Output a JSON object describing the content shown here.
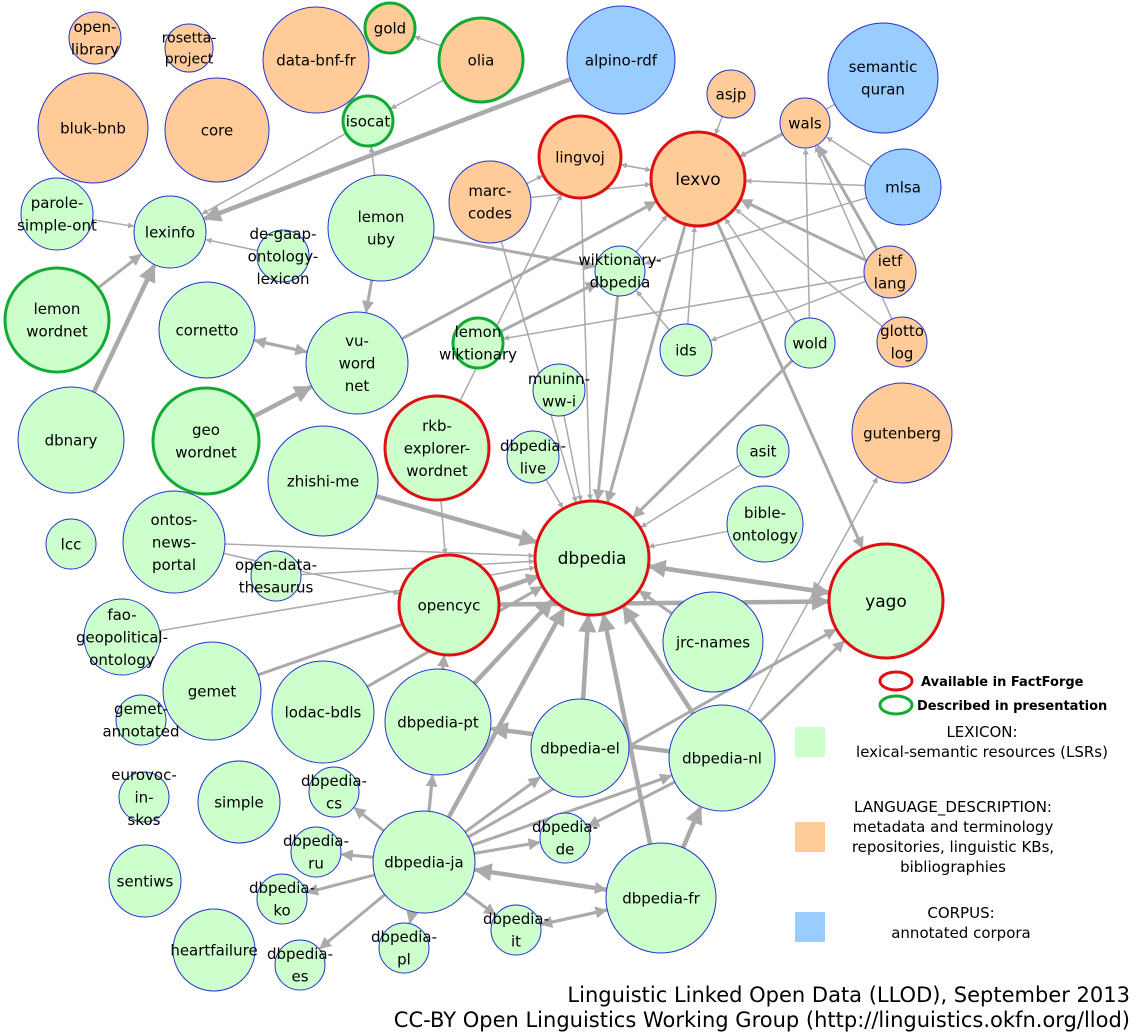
{
  "colors": {
    "lexicon_fill": "#ccffcc",
    "language_description_fill": "#ffcc99",
    "corpus_fill": "#99ccff",
    "default_border": "#2233cc",
    "factforge_border": "#dd1111",
    "presentation_border": "#11aa33",
    "edge": "#aaaaaa"
  },
  "nodes": [
    {
      "id": "open-library",
      "lines": [
        "open-",
        "library"
      ],
      "category": "language_description",
      "marker": "default"
    },
    {
      "id": "rosetta-project",
      "lines": [
        "rosetta-",
        "project"
      ],
      "category": "language_description",
      "marker": "default"
    },
    {
      "id": "data-bnf-fr",
      "lines": [
        "data-bnf-fr"
      ],
      "category": "language_description",
      "marker": "default"
    },
    {
      "id": "gold",
      "lines": [
        "gold"
      ],
      "category": "language_description",
      "marker": "presentation"
    },
    {
      "id": "olia",
      "lines": [
        "olia"
      ],
      "category": "language_description",
      "marker": "presentation"
    },
    {
      "id": "alpino-rdf",
      "lines": [
        "alpino-rdf"
      ],
      "category": "corpus",
      "marker": "default"
    },
    {
      "id": "semantic-quran",
      "lines": [
        "semantic",
        "quran"
      ],
      "category": "corpus",
      "marker": "default"
    },
    {
      "id": "bluk-bnb",
      "lines": [
        "bluk-bnb"
      ],
      "category": "language_description",
      "marker": "default"
    },
    {
      "id": "core",
      "lines": [
        "core"
      ],
      "category": "language_description",
      "marker": "default"
    },
    {
      "id": "isocat",
      "lines": [
        "isocat"
      ],
      "category": "lexicon",
      "marker": "presentation"
    },
    {
      "id": "asjp",
      "lines": [
        "asjp"
      ],
      "category": "language_description",
      "marker": "default"
    },
    {
      "id": "wals",
      "lines": [
        "wals"
      ],
      "category": "language_description",
      "marker": "default"
    },
    {
      "id": "lingvoj",
      "lines": [
        "lingvoj"
      ],
      "category": "language_description",
      "marker": "factforge"
    },
    {
      "id": "lexvo",
      "lines": [
        "lexvo"
      ],
      "category": "language_description",
      "marker": "factforge"
    },
    {
      "id": "marc-codes",
      "lines": [
        "marc-",
        "codes"
      ],
      "category": "language_description",
      "marker": "default"
    },
    {
      "id": "mlsa",
      "lines": [
        "mlsa"
      ],
      "category": "corpus",
      "marker": "default"
    },
    {
      "id": "parole-simple-ont",
      "lines": [
        "parole-",
        "simple-ont"
      ],
      "category": "lexicon",
      "marker": "default"
    },
    {
      "id": "lexinfo",
      "lines": [
        "lexinfo"
      ],
      "category": "lexicon",
      "marker": "default"
    },
    {
      "id": "de-gaap-ontology-lexicon",
      "lines": [
        "de-gaap-",
        "ontology-",
        "lexicon"
      ],
      "category": "lexicon",
      "marker": "default"
    },
    {
      "id": "lemon-uby",
      "lines": [
        "lemon",
        "uby"
      ],
      "category": "lexicon",
      "marker": "default"
    },
    {
      "id": "wiktionary-dbpedia",
      "lines": [
        "wiktionary-",
        "dbpedia"
      ],
      "category": "lexicon",
      "marker": "default"
    },
    {
      "id": "ietf-lang",
      "lines": [
        "ietf",
        "lang"
      ],
      "category": "language_description",
      "marker": "default"
    },
    {
      "id": "lemon-wordnet",
      "lines": [
        "lemon",
        "wordnet"
      ],
      "category": "lexicon",
      "marker": "presentation"
    },
    {
      "id": "cornetto",
      "lines": [
        "cornetto"
      ],
      "category": "lexicon",
      "marker": "default"
    },
    {
      "id": "vu-wordnet",
      "lines": [
        "vu-",
        "word",
        "net"
      ],
      "category": "lexicon",
      "marker": "default"
    },
    {
      "id": "lemon-wiktionary",
      "lines": [
        "lemon",
        "wiktionary"
      ],
      "category": "lexicon",
      "marker": "presentation"
    },
    {
      "id": "ids",
      "lines": [
        "ids"
      ],
      "category": "lexicon",
      "marker": "default"
    },
    {
      "id": "wold",
      "lines": [
        "wold"
      ],
      "category": "lexicon",
      "marker": "default"
    },
    {
      "id": "glottolog",
      "lines": [
        "glotto",
        "log"
      ],
      "category": "language_description",
      "marker": "default"
    },
    {
      "id": "dbnary",
      "lines": [
        "dbnary"
      ],
      "category": "lexicon",
      "marker": "default"
    },
    {
      "id": "geo-wordnet",
      "lines": [
        "geo",
        "wordnet"
      ],
      "category": "lexicon",
      "marker": "presentation"
    },
    {
      "id": "muninn-ww-i",
      "lines": [
        "muninn-",
        "ww-i"
      ],
      "category": "lexicon",
      "marker": "default"
    },
    {
      "id": "rkb-explorer-wordnet",
      "lines": [
        "rkb-",
        "explorer-",
        "wordnet"
      ],
      "category": "lexicon",
      "marker": "factforge"
    },
    {
      "id": "dbpedia-live",
      "lines": [
        "dbpedia-",
        "live"
      ],
      "category": "lexicon",
      "marker": "default"
    },
    {
      "id": "asit",
      "lines": [
        "asit"
      ],
      "category": "lexicon",
      "marker": "default"
    },
    {
      "id": "gutenberg",
      "lines": [
        "gutenberg"
      ],
      "category": "language_description",
      "marker": "default"
    },
    {
      "id": "zhishi-me",
      "lines": [
        "zhishi-me"
      ],
      "category": "lexicon",
      "marker": "default"
    },
    {
      "id": "bible-ontology",
      "lines": [
        "bible-",
        "ontology"
      ],
      "category": "lexicon",
      "marker": "default"
    },
    {
      "id": "lcc",
      "lines": [
        "lcc"
      ],
      "category": "lexicon",
      "marker": "default"
    },
    {
      "id": "ontos-news-portal",
      "lines": [
        "ontos-",
        "news-",
        "portal"
      ],
      "category": "lexicon",
      "marker": "default"
    },
    {
      "id": "dbpedia",
      "lines": [
        "dbpedia"
      ],
      "category": "lexicon",
      "marker": "factforge"
    },
    {
      "id": "open-data-thesaurus",
      "lines": [
        "open-data-",
        "thesaurus"
      ],
      "category": "lexicon",
      "marker": "default"
    },
    {
      "id": "opencyc",
      "lines": [
        "opencyc"
      ],
      "category": "lexicon",
      "marker": "factforge"
    },
    {
      "id": "yago",
      "lines": [
        "yago"
      ],
      "category": "lexicon",
      "marker": "factforge"
    },
    {
      "id": "fao-geopolitical-ontology",
      "lines": [
        "fao-",
        "geopolitical-",
        "ontology"
      ],
      "category": "lexicon",
      "marker": "default"
    },
    {
      "id": "gemet",
      "lines": [
        "gemet"
      ],
      "category": "lexicon",
      "marker": "default"
    },
    {
      "id": "jrc-names",
      "lines": [
        "jrc-names"
      ],
      "category": "lexicon",
      "marker": "default"
    },
    {
      "id": "lodac-bdls",
      "lines": [
        "lodac-bdls"
      ],
      "category": "lexicon",
      "marker": "default"
    },
    {
      "id": "dbpedia-pt",
      "lines": [
        "dbpedia-pt"
      ],
      "category": "lexicon",
      "marker": "default"
    },
    {
      "id": "gemet-annotated",
      "lines": [
        "gemet-",
        "annotated"
      ],
      "category": "lexicon",
      "marker": "default"
    },
    {
      "id": "dbpedia-el",
      "lines": [
        "dbpedia-el"
      ],
      "category": "lexicon",
      "marker": "default"
    },
    {
      "id": "dbpedia-nl",
      "lines": [
        "dbpedia-nl"
      ],
      "category": "lexicon",
      "marker": "default"
    },
    {
      "id": "eurovoc-in-skos",
      "lines": [
        "eurovoc-",
        "in-",
        "skos"
      ],
      "category": "lexicon",
      "marker": "default"
    },
    {
      "id": "simple",
      "lines": [
        "simple"
      ],
      "category": "lexicon",
      "marker": "default"
    },
    {
      "id": "dbpedia-cs",
      "lines": [
        "dbpedia-",
        "cs"
      ],
      "category": "lexicon",
      "marker": "default"
    },
    {
      "id": "dbpedia-de",
      "lines": [
        "dbpedia-",
        "de"
      ],
      "category": "lexicon",
      "marker": "default"
    },
    {
      "id": "dbpedia-ru",
      "lines": [
        "dbpedia-",
        "ru"
      ],
      "category": "lexicon",
      "marker": "default"
    },
    {
      "id": "dbpedia-ja",
      "lines": [
        "dbpedia-ja"
      ],
      "category": "lexicon",
      "marker": "default"
    },
    {
      "id": "sentiws",
      "lines": [
        "sentiws"
      ],
      "category": "lexicon",
      "marker": "default"
    },
    {
      "id": "dbpedia-fr",
      "lines": [
        "dbpedia-fr"
      ],
      "category": "lexicon",
      "marker": "default"
    },
    {
      "id": "dbpedia-ko",
      "lines": [
        "dbpedia-",
        "ko"
      ],
      "category": "lexicon",
      "marker": "default"
    },
    {
      "id": "dbpedia-it",
      "lines": [
        "dbpedia-",
        "it"
      ],
      "category": "lexicon",
      "marker": "default"
    },
    {
      "id": "heartfailure",
      "lines": [
        "heartfailure"
      ],
      "category": "lexicon",
      "marker": "default"
    },
    {
      "id": "dbpedia-es",
      "lines": [
        "dbpedia-",
        "es"
      ],
      "category": "lexicon",
      "marker": "default"
    },
    {
      "id": "dbpedia-pl",
      "lines": [
        "dbpedia-",
        "pl"
      ],
      "category": "lexicon",
      "marker": "default"
    }
  ],
  "edges": [
    {
      "from": "olia",
      "to": "gold",
      "weight": 1
    },
    {
      "from": "olia",
      "to": "isocat",
      "weight": 1
    },
    {
      "from": "isocat",
      "to": "lexinfo",
      "weight": 1
    },
    {
      "from": "alpino-rdf",
      "to": "lexinfo",
      "weight": 3
    },
    {
      "from": "parole-simple-ont",
      "to": "lexinfo",
      "weight": 1
    },
    {
      "from": "de-gaap-ontology-lexicon",
      "to": "lexinfo",
      "weight": 1
    },
    {
      "from": "lemon-wordnet",
      "to": "lexinfo",
      "weight": 2
    },
    {
      "from": "dbnary",
      "to": "lexinfo",
      "weight": 3
    },
    {
      "from": "lemon-uby",
      "to": "vu-wordnet",
      "weight": 2
    },
    {
      "from": "lemon-uby",
      "to": "wiktionary-dbpedia",
      "weight": 2
    },
    {
      "from": "lemon-uby",
      "to": "isocat",
      "weight": 1
    },
    {
      "from": "cornetto",
      "to": "vu-wordnet",
      "weight": 2
    },
    {
      "from": "vu-wordnet",
      "to": "cornetto",
      "weight": 2
    },
    {
      "from": "vu-wordnet",
      "to": "lexvo",
      "weight": 2
    },
    {
      "from": "geo-wordnet",
      "to": "vu-wordnet",
      "weight": 3
    },
    {
      "from": "lemon-wiktionary",
      "to": "wiktionary-dbpedia",
      "weight": 2
    },
    {
      "from": "ietf-lang",
      "to": "lemon-wiktionary",
      "weight": 1
    },
    {
      "from": "wiktionary-dbpedia",
      "to": "lexvo",
      "weight": 1
    },
    {
      "from": "wiktionary-dbpedia",
      "to": "dbpedia",
      "weight": 2
    },
    {
      "from": "marc-codes",
      "to": "lingvoj",
      "weight": 1
    },
    {
      "from": "marc-codes",
      "to": "lexvo",
      "weight": 1
    },
    {
      "from": "marc-codes",
      "to": "dbpedia",
      "weight": 1
    },
    {
      "from": "lingvoj",
      "to": "lexvo",
      "weight": 1
    },
    {
      "from": "lexvo",
      "to": "lingvoj",
      "weight": 1
    },
    {
      "from": "lingvoj",
      "to": "dbpedia",
      "weight": 1
    },
    {
      "from": "asjp",
      "to": "lexvo",
      "weight": 1
    },
    {
      "from": "mlsa",
      "to": "lexvo",
      "weight": 1
    },
    {
      "from": "mlsa",
      "to": "wals",
      "weight": 1
    },
    {
      "from": "mlsa",
      "to": "wiktionary-dbpedia",
      "weight": 1
    },
    {
      "from": "wals",
      "to": "lexvo",
      "weight": 1
    },
    {
      "from": "semantic-quran",
      "to": "lexvo",
      "weight": 1
    },
    {
      "from": "ietf-lang",
      "to": "lexvo",
      "weight": 2
    },
    {
      "from": "ietf-lang",
      "to": "wals",
      "weight": 2
    },
    {
      "from": "ietf-lang",
      "to": "ids",
      "weight": 1
    },
    {
      "from": "glottolog",
      "to": "wals",
      "weight": 1
    },
    {
      "from": "glottolog",
      "to": "lexvo",
      "weight": 1
    },
    {
      "from": "ids",
      "to": "lexvo",
      "weight": 1
    },
    {
      "from": "ids",
      "to": "wiktionary-dbpedia",
      "weight": 1
    },
    {
      "from": "wold",
      "to": "lexvo",
      "weight": 1
    },
    {
      "from": "wold",
      "to": "wals",
      "weight": 1
    },
    {
      "from": "wold",
      "to": "dbpedia",
      "weight": 2
    },
    {
      "from": "lexvo",
      "to": "dbpedia",
      "weight": 2
    },
    {
      "from": "lexvo",
      "to": "yago",
      "weight": 2
    },
    {
      "from": "muninn-ww-i",
      "to": "dbpedia",
      "weight": 1
    },
    {
      "from": "dbpedia-live",
      "to": "dbpedia",
      "weight": 1
    },
    {
      "from": "rkb-explorer-wordnet",
      "to": "opencyc",
      "weight": 1
    },
    {
      "from": "rkb-explorer-wordnet",
      "to": "lingvoj",
      "weight": 1
    },
    {
      "from": "zhishi-me",
      "to": "dbpedia",
      "weight": 3
    },
    {
      "from": "asit",
      "to": "dbpedia",
      "weight": 1
    },
    {
      "from": "bible-ontology",
      "to": "dbpedia",
      "weight": 1
    },
    {
      "from": "ontos-news-portal",
      "to": "dbpedia",
      "weight": 1
    },
    {
      "from": "ontos-news-portal",
      "to": "opencyc",
      "weight": 1
    },
    {
      "from": "open-data-thesaurus",
      "to": "dbpedia",
      "weight": 1
    },
    {
      "from": "fao-geopolitical-ontology",
      "to": "dbpedia",
      "weight": 1
    },
    {
      "from": "gemet",
      "to": "dbpedia",
      "weight": 2
    },
    {
      "from": "opencyc",
      "to": "dbpedia",
      "weight": 2
    },
    {
      "from": "dbpedia",
      "to": "yago",
      "weight": 3
    },
    {
      "from": "yago",
      "to": "dbpedia",
      "weight": 3
    },
    {
      "from": "opencyc",
      "to": "yago",
      "weight": 3
    },
    {
      "from": "jrc-names",
      "to": "dbpedia",
      "weight": 2
    },
    {
      "from": "lodac-bdls",
      "to": "dbpedia",
      "weight": 2
    },
    {
      "from": "dbpedia-pt",
      "to": "dbpedia",
      "weight": 3
    },
    {
      "from": "dbpedia-el",
      "to": "dbpedia",
      "weight": 3
    },
    {
      "from": "dbpedia-nl",
      "to": "dbpedia",
      "weight": 3
    },
    {
      "from": "dbpedia-nl",
      "to": "dbpedia-pt",
      "weight": 3
    },
    {
      "from": "dbpedia-nl",
      "to": "yago",
      "weight": 2
    },
    {
      "from": "dbpedia-nl",
      "to": "gutenberg",
      "weight": 1
    },
    {
      "from": "dbpedia-nl",
      "to": "dbpedia-de",
      "weight": 2
    },
    {
      "from": "dbpedia-fr",
      "to": "dbpedia-nl",
      "weight": 3
    },
    {
      "from": "dbpedia-fr",
      "to": "dbpedia-ja",
      "weight": 3
    },
    {
      "from": "dbpedia-fr",
      "to": "dbpedia",
      "weight": 3
    },
    {
      "from": "dbpedia-fr",
      "to": "dbpedia-it",
      "weight": 2
    },
    {
      "from": "dbpedia-ja",
      "to": "dbpedia",
      "weight": 3
    },
    {
      "from": "dbpedia-ja",
      "to": "dbpedia-cs",
      "weight": 2
    },
    {
      "from": "dbpedia-ja",
      "to": "dbpedia-ru",
      "weight": 2
    },
    {
      "from": "dbpedia-ja",
      "to": "dbpedia-de",
      "weight": 2
    },
    {
      "from": "dbpedia-ja",
      "to": "dbpedia-ko",
      "weight": 2
    },
    {
      "from": "dbpedia-ja",
      "to": "dbpedia-es",
      "weight": 2
    },
    {
      "from": "dbpedia-ja",
      "to": "dbpedia-pl",
      "weight": 2
    },
    {
      "from": "dbpedia-ja",
      "to": "dbpedia-it",
      "weight": 2
    },
    {
      "from": "dbpedia-ja",
      "to": "dbpedia-fr",
      "weight": 2
    },
    {
      "from": "dbpedia-ja",
      "to": "dbpedia-el",
      "weight": 2
    },
    {
      "from": "dbpedia-ja",
      "to": "dbpedia-pt",
      "weight": 2
    },
    {
      "from": "dbpedia-ja",
      "to": "opencyc",
      "weight": 2
    },
    {
      "from": "dbpedia-ja",
      "to": "yago",
      "weight": 2
    },
    {
      "from": "dbpedia-ja",
      "to": "dbpedia-nl",
      "weight": 2
    },
    {
      "from": "dbpedia-it",
      "to": "dbpedia-fr",
      "weight": 2
    }
  ],
  "legend": {
    "factforge_label": "Available in FactForge",
    "presentation_label": "Described in presentation",
    "categories": [
      {
        "key": "lexicon",
        "lines": [
          "LEXICON:",
          "lexical-semantic resources (LSRs)"
        ]
      },
      {
        "key": "language_description",
        "lines": [
          "LANGUAGE_DESCRIPTION:",
          "metadata and terminology",
          "repositories, linguistic KBs,",
          "bibliographies"
        ]
      },
      {
        "key": "corpus",
        "lines": [
          "CORPUS:",
          "annotated corpora"
        ]
      }
    ]
  },
  "footer": {
    "line1": "Linguistic Linked Open Data (LLOD), September 2013",
    "line2": "CC-BY Open Linguistics Working Group (http://linguistics.okfn.org/llod)"
  }
}
